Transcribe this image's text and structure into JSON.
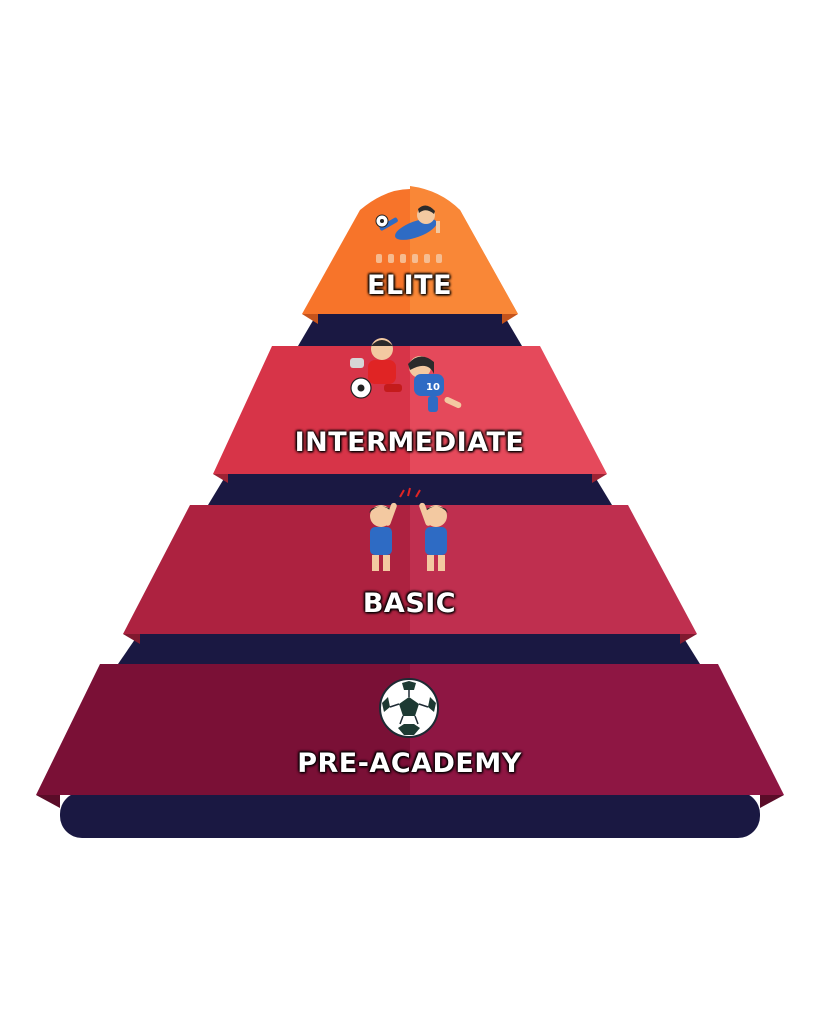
{
  "tiers": [
    {
      "label": "ELITE",
      "color": "#f7742a",
      "icon": "bicycle-kick-player-icon"
    },
    {
      "label": "INTERMEDIATE",
      "color": "#de3c4e",
      "icon": "goalkeeper-and-striker-icon"
    },
    {
      "label": "BASIC",
      "color": "#b72845",
      "icon": "high-five-players-icon"
    },
    {
      "label": "PRE-ACADEMY",
      "color": "#7f1239",
      "icon": "soccer-ball-icon"
    }
  ],
  "colors": {
    "base": "#1a1842",
    "elite": "#f7742a",
    "intermediate": "#de3c4e",
    "basic": "#b72845",
    "pre_academy": "#7f1239"
  }
}
